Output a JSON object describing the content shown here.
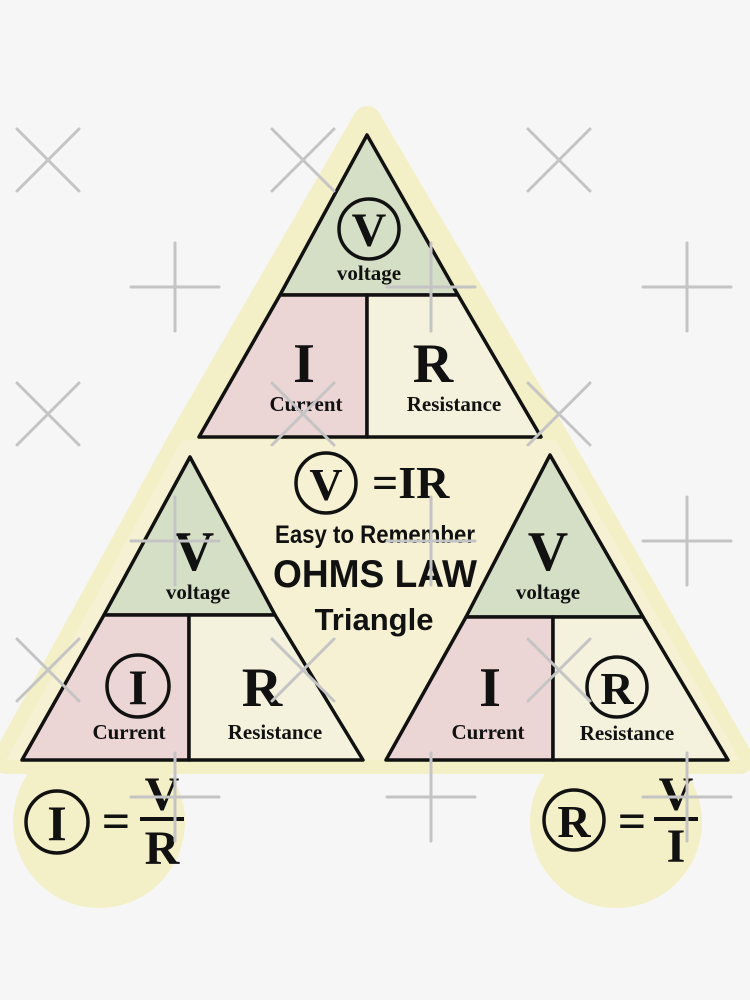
{
  "colors": {
    "background": "#f6f6f6",
    "sticker_backing": "#f3efc6",
    "center_fill": "#f5f1d2",
    "voltage_fill": "#d4dfc6",
    "current_fill": "#ecd5d5",
    "resistance_fill": "#f4f2dd",
    "stroke": "#111111"
  },
  "top_triangle": {
    "voltage_symbol": "V",
    "voltage_label": "voltage",
    "current_symbol": "I",
    "current_label": "Current",
    "resistance_symbol": "R",
    "resistance_label": "Resistance"
  },
  "center": {
    "formula_symbol": "V",
    "formula_rest": "=IR",
    "line1": "Easy to Remember",
    "line2": "OHMS LAW",
    "line3": "Triangle"
  },
  "left_triangle": {
    "voltage_symbol": "V",
    "voltage_label": "voltage",
    "current_symbol": "I",
    "current_label": "Current",
    "resistance_symbol": "R",
    "resistance_label": "Resistance"
  },
  "right_triangle": {
    "voltage_symbol": "V",
    "voltage_label": "voltage",
    "current_symbol": "I",
    "current_label": "Current",
    "resistance_symbol": "R",
    "resistance_label": "Resistance"
  },
  "left_formula": {
    "subject": "I",
    "equals": "=",
    "numerator": "V",
    "denominator": "R"
  },
  "right_formula": {
    "subject": "R",
    "equals": "=",
    "numerator": "V",
    "denominator": "I"
  }
}
